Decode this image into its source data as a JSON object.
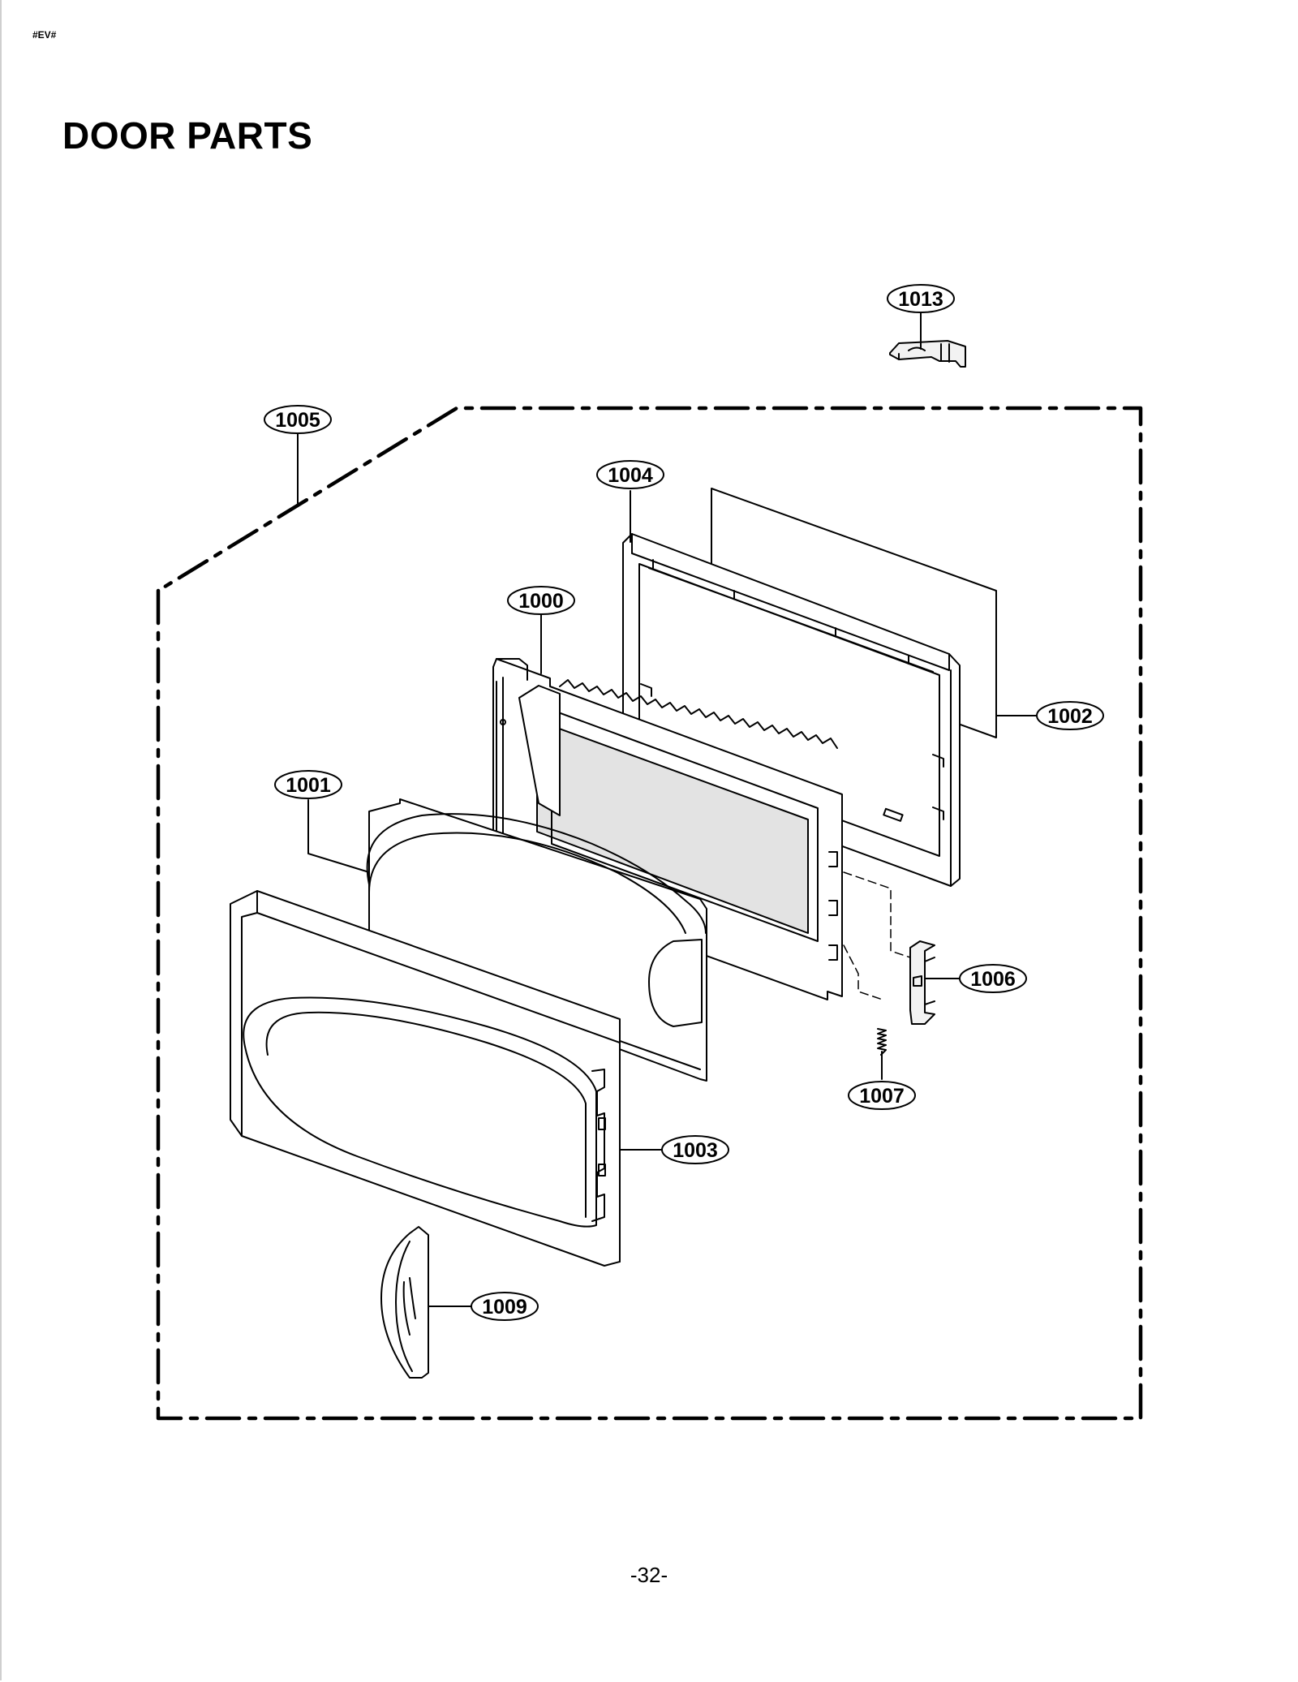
{
  "header": {
    "tag": "#EV#",
    "title": "DOOR PARTS"
  },
  "footer": {
    "page_number": "-32-"
  },
  "callouts": [
    {
      "id": "1013",
      "label": "1013"
    },
    {
      "id": "1005",
      "label": "1005"
    },
    {
      "id": "1004",
      "label": "1004"
    },
    {
      "id": "1000",
      "label": "1000"
    },
    {
      "id": "1002",
      "label": "1002"
    },
    {
      "id": "1001",
      "label": "1001"
    },
    {
      "id": "1006",
      "label": "1006"
    },
    {
      "id": "1007",
      "label": "1007"
    },
    {
      "id": "1003",
      "label": "1003"
    },
    {
      "id": "1009",
      "label": "1009"
    }
  ]
}
